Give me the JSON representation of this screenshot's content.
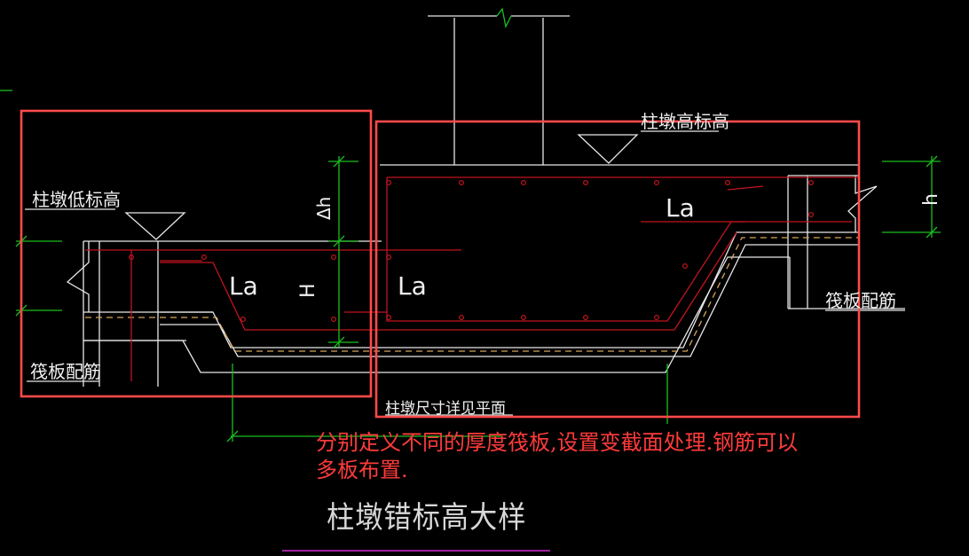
{
  "labels": {
    "pier_low_elevation": "柱墩低标高",
    "pier_high_elevation": "柱墩高标高",
    "raft_rebar_left": "筏板配筋",
    "raft_rebar_right": "筏板配筋",
    "pier_size_note": "柱墩尺寸详见平面",
    "delta_h": "Δh",
    "H": "H",
    "h": "h",
    "La_left": "La",
    "La_center": "La",
    "La_right": "La"
  },
  "note": {
    "line1": "分别定义不同的厚度筏板,设置变截面处理.钢筋可以",
    "line2": "多板布置."
  },
  "caption": "柱墩错标高大样",
  "colors": {
    "background": "#000000",
    "outline": "#e8e8e8",
    "rebar": "#c0141e",
    "dimension": "#19c01e",
    "highlight_box": "#ff4a4a",
    "note_text": "#ff3b3b",
    "dashed_layer": "#d9a65a",
    "underline": "#a020a0"
  }
}
